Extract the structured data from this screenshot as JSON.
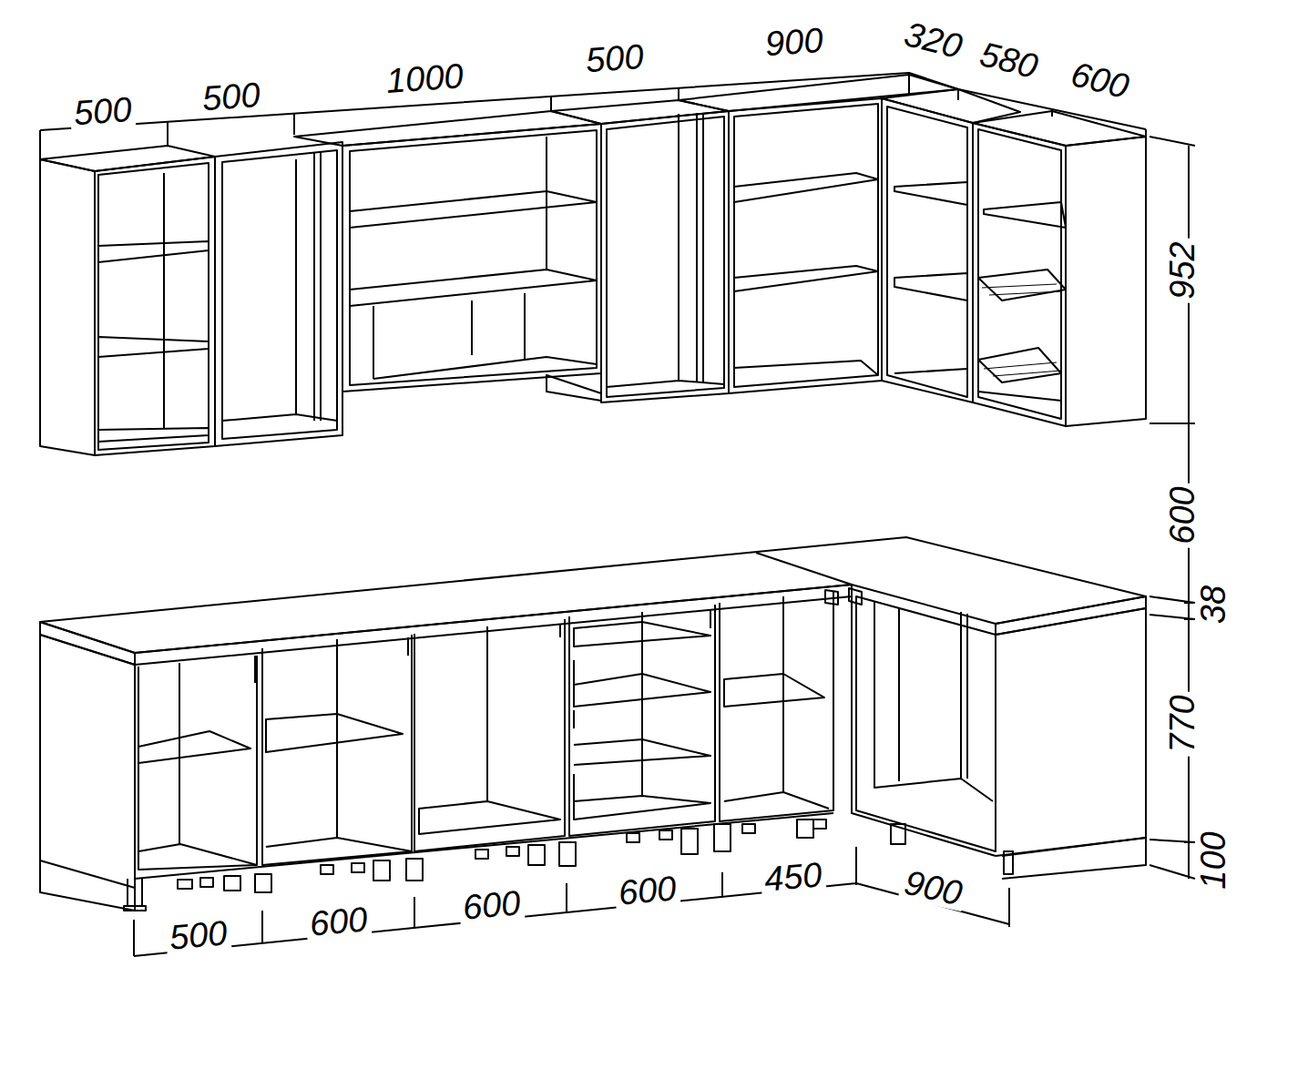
{
  "diagram": {
    "labels": [
      "500",
      "500",
      "1000",
      "500",
      "900",
      "320",
      "580",
      "600",
      "952",
      "600",
      "38",
      "770",
      "100",
      "500",
      "600",
      "600",
      "600",
      "450",
      "900"
    ]
  }
}
